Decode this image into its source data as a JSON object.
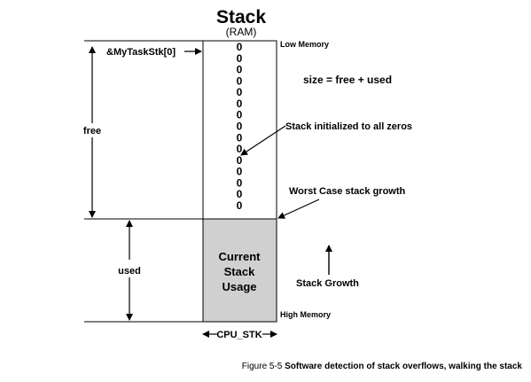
{
  "diagram": {
    "title": "Stack",
    "subtitle": "(RAM)",
    "pointer_label": "&MyTaskStk[0]",
    "low_memory_label": "Low Memory",
    "high_memory_label": "High Memory",
    "size_label": "size = free + used",
    "init_label": "Stack initialized to all zeros",
    "worst_case_label": "Worst Case stack growth",
    "free_label": "free",
    "used_label": "used",
    "usage_line1": "Current",
    "usage_line2": "Stack",
    "usage_line3": "Usage",
    "growth_label": "Stack Growth",
    "width_label": "CPU_STK",
    "zero_value": "0",
    "zero_count": 15,
    "colors": {
      "used_fill": "#d0d0d0",
      "line": "#000000",
      "background": "#ffffff"
    }
  },
  "caption": {
    "figure_number": "Figure 5-5",
    "text": "Software detection of stack overflows, walking the stack"
  }
}
